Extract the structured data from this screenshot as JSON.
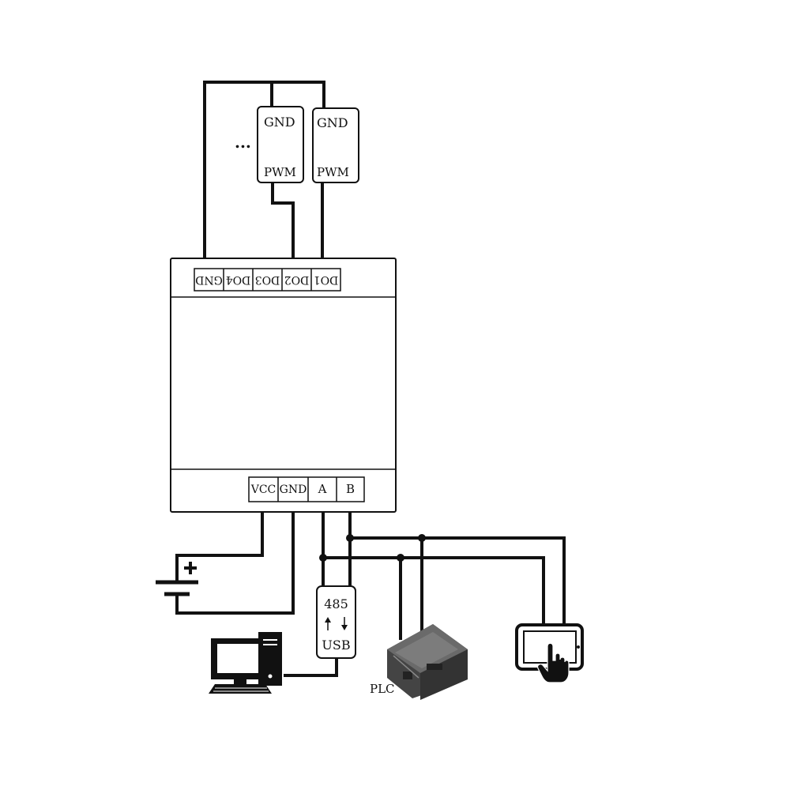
{
  "module": {
    "top_terminals": [
      "GND",
      "DO4",
      "DO3",
      "DO2",
      "DO1"
    ],
    "bottom_terminals": [
      "VCC",
      "GND",
      "A",
      "B"
    ]
  },
  "pwm_devices": [
    {
      "gnd_label": "GND",
      "pwm_label": "PWM"
    },
    {
      "gnd_label": "GND",
      "pwm_label": "PWM"
    }
  ],
  "ellipsis": "...",
  "converter": {
    "top_label": "485",
    "bottom_label": "USB"
  },
  "plc": {
    "label": "PLC"
  },
  "icons": {
    "battery": "battery-icon",
    "computer": "computer-icon",
    "plc": "plc-icon",
    "tablet": "tablet-touch-icon"
  },
  "colors": {
    "line": "#111111",
    "background": "#ffffff",
    "plc_body": "#4a4a4a"
  }
}
